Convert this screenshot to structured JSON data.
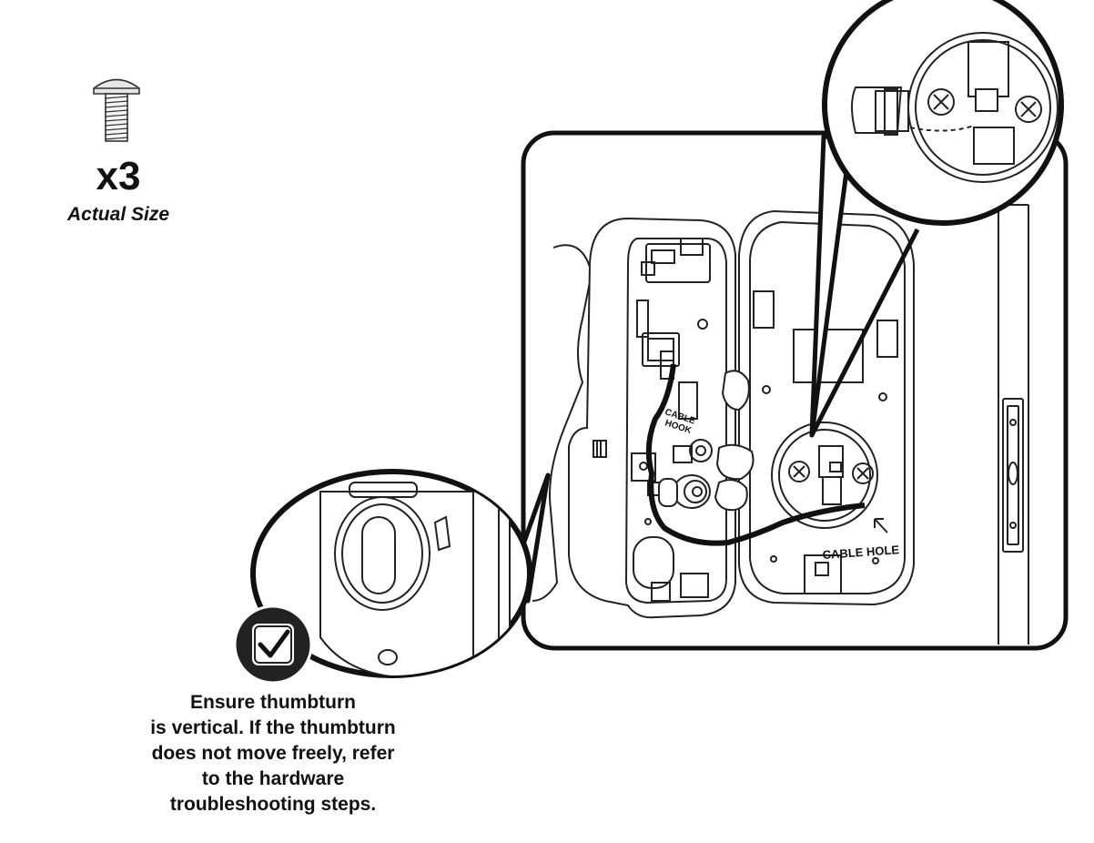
{
  "parts": {
    "icon": "screw-icon",
    "quantity": "x3",
    "size_note": "Actual Size"
  },
  "labels": {
    "cable_hook": [
      "CABLE",
      "HOOK"
    ],
    "cable_hole": "CABLE HOLE"
  },
  "instruction": {
    "icon": "checkmark-icon",
    "lines": [
      "Ensure thumbturn",
      "is vertical.  If the thumbturn",
      "does not move freely, refer",
      "to the hardware",
      "troubleshooting steps."
    ]
  }
}
